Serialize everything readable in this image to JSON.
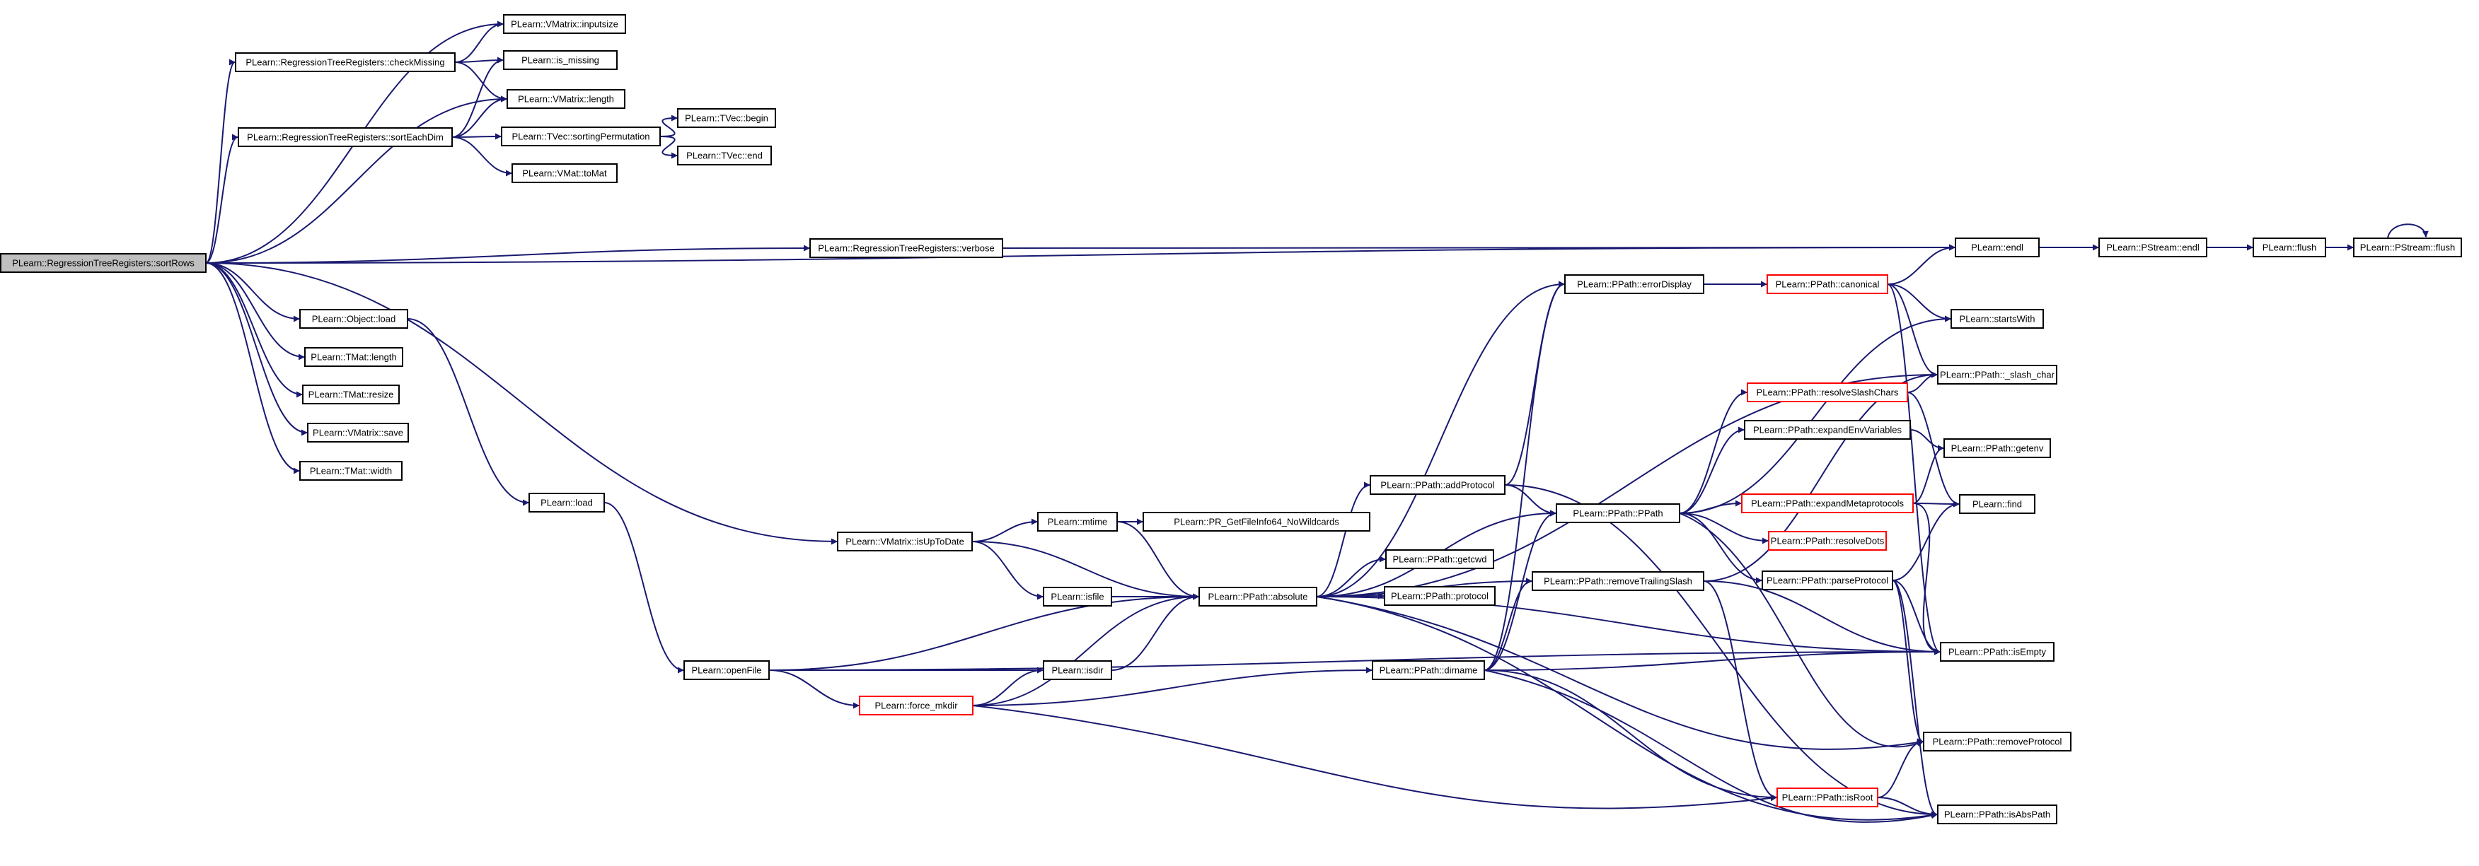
{
  "diagram": {
    "colors": {
      "edge": "#191970",
      "node_border": "#000000",
      "node_incomplete_border": "#ff0000",
      "root_fill": "#bfbfbf"
    },
    "nodes": [
      {
        "id": "sortRows",
        "label": "PLearn::RegressionTreeRegisters::sortRows",
        "root": true
      },
      {
        "id": "inputsize",
        "label": "PLearn::VMatrix::inputsize"
      },
      {
        "id": "checkMissing",
        "label": "PLearn::RegressionTreeRegisters::checkMissing"
      },
      {
        "id": "is_missing",
        "label": "PLearn::is_missing"
      },
      {
        "id": "vm_length",
        "label": "PLearn::VMatrix::length"
      },
      {
        "id": "sortEachDim",
        "label": "PLearn::RegressionTreeRegisters::sortEachDim"
      },
      {
        "id": "sortingPermutation",
        "label": "PLearn::TVec::sortingPermutation"
      },
      {
        "id": "tvec_begin",
        "label": "PLearn::TVec::begin"
      },
      {
        "id": "tvec_end",
        "label": "PLearn::TVec::end"
      },
      {
        "id": "toMat",
        "label": "PLearn::VMat::toMat"
      },
      {
        "id": "verbose",
        "label": "PLearn::RegressionTreeRegisters::verbose"
      },
      {
        "id": "endl",
        "label": "PLearn::endl"
      },
      {
        "id": "ps_endl",
        "label": "PLearn::PStream::endl"
      },
      {
        "id": "flush",
        "label": "PLearn::flush"
      },
      {
        "id": "ps_flush",
        "label": "PLearn::PStream::flush"
      },
      {
        "id": "obj_load",
        "label": "PLearn::Object::load"
      },
      {
        "id": "tmat_length",
        "label": "PLearn::TMat::length"
      },
      {
        "id": "tmat_resize",
        "label": "PLearn::TMat::resize"
      },
      {
        "id": "vm_save",
        "label": "PLearn::VMatrix::save"
      },
      {
        "id": "tmat_width",
        "label": "PLearn::TMat::width"
      },
      {
        "id": "load",
        "label": "PLearn::load"
      },
      {
        "id": "isUpToDate",
        "label": "PLearn::VMatrix::isUpToDate"
      },
      {
        "id": "mtime",
        "label": "PLearn::mtime"
      },
      {
        "id": "pr_get",
        "label": "PLearn::PR_GetFileInfo64_NoWildcards"
      },
      {
        "id": "isfile",
        "label": "PLearn::isfile"
      },
      {
        "id": "absolute",
        "label": "PLearn::PPath::absolute"
      },
      {
        "id": "openFile",
        "label": "PLearn::openFile"
      },
      {
        "id": "isdir",
        "label": "PLearn::isdir"
      },
      {
        "id": "force_mkdir",
        "label": "PLearn::force_mkdir",
        "incomplete": true
      },
      {
        "id": "addProtocol",
        "label": "PLearn::PPath::addProtocol"
      },
      {
        "id": "getcwd",
        "label": "PLearn::PPath::getcwd"
      },
      {
        "id": "protocol",
        "label": "PLearn::PPath::protocol"
      },
      {
        "id": "dirname",
        "label": "PLearn::PPath::dirname"
      },
      {
        "id": "errorDisplay",
        "label": "PLearn::PPath::errorDisplay"
      },
      {
        "id": "ppath",
        "label": "PLearn::PPath::PPath"
      },
      {
        "id": "removeTrailingSlash",
        "label": "PLearn::PPath::removeTrailingSlash"
      },
      {
        "id": "canonical",
        "label": "PLearn::PPath::canonical",
        "incomplete": true
      },
      {
        "id": "resolveSlashChars",
        "label": "PLearn::PPath::resolveSlashChars",
        "incomplete": true
      },
      {
        "id": "expandEnvVariables",
        "label": "PLearn::PPath::expandEnvVariables"
      },
      {
        "id": "expandMetaprotocols",
        "label": "PLearn::PPath::expandMetaprotocols",
        "incomplete": true
      },
      {
        "id": "resolveDots",
        "label": "PLearn::PPath::resolveDots",
        "incomplete": true
      },
      {
        "id": "parseProtocol",
        "label": "PLearn::PPath::parseProtocol"
      },
      {
        "id": "isRoot",
        "label": "PLearn::PPath::isRoot",
        "incomplete": true
      },
      {
        "id": "startsWith",
        "label": "PLearn::startsWith"
      },
      {
        "id": "slash_char",
        "label": "PLearn::PPath::_slash_char"
      },
      {
        "id": "getenv",
        "label": "PLearn::PPath::getenv"
      },
      {
        "id": "find",
        "label": "PLearn::find"
      },
      {
        "id": "isEmpty",
        "label": "PLearn::PPath::isEmpty"
      },
      {
        "id": "removeProtocol",
        "label": "PLearn::PPath::removeProtocol"
      },
      {
        "id": "isAbsPath",
        "label": "PLearn::PPath::isAbsPath"
      }
    ],
    "edges": [
      [
        "sortRows",
        "inputsize"
      ],
      [
        "sortRows",
        "checkMissing"
      ],
      [
        "sortRows",
        "vm_length"
      ],
      [
        "sortRows",
        "sortEachDim"
      ],
      [
        "sortRows",
        "endl"
      ],
      [
        "sortRows",
        "verbose"
      ],
      [
        "sortRows",
        "obj_load"
      ],
      [
        "sortRows",
        "tmat_length"
      ],
      [
        "sortRows",
        "tmat_resize"
      ],
      [
        "sortRows",
        "vm_save"
      ],
      [
        "sortRows",
        "tmat_width"
      ],
      [
        "sortRows",
        "isUpToDate"
      ],
      [
        "checkMissing",
        "inputsize"
      ],
      [
        "checkMissing",
        "is_missing"
      ],
      [
        "checkMissing",
        "vm_length"
      ],
      [
        "sortEachDim",
        "is_missing"
      ],
      [
        "sortEachDim",
        "vm_length"
      ],
      [
        "sortEachDim",
        "sortingPermutation"
      ],
      [
        "sortEachDim",
        "toMat"
      ],
      [
        "sortingPermutation",
        "tvec_begin"
      ],
      [
        "sortingPermutation",
        "tvec_end"
      ],
      [
        "verbose",
        "endl"
      ],
      [
        "endl",
        "ps_endl"
      ],
      [
        "ps_endl",
        "flush"
      ],
      [
        "flush",
        "ps_flush"
      ],
      [
        "ps_flush",
        "ps_flush"
      ],
      [
        "obj_load",
        "load"
      ],
      [
        "load",
        "openFile"
      ],
      [
        "isUpToDate",
        "mtime"
      ],
      [
        "isUpToDate",
        "isfile"
      ],
      [
        "isUpToDate",
        "absolute"
      ],
      [
        "mtime",
        "pr_get"
      ],
      [
        "mtime",
        "absolute"
      ],
      [
        "isfile",
        "absolute"
      ],
      [
        "openFile",
        "absolute"
      ],
      [
        "openFile",
        "isdir"
      ],
      [
        "openFile",
        "force_mkdir"
      ],
      [
        "openFile",
        "isEmpty"
      ],
      [
        "isdir",
        "absolute"
      ],
      [
        "force_mkdir",
        "isdir"
      ],
      [
        "force_mkdir",
        "absolute"
      ],
      [
        "force_mkdir",
        "dirname"
      ],
      [
        "force_mkdir",
        "isRoot"
      ],
      [
        "absolute",
        "addProtocol"
      ],
      [
        "absolute",
        "getcwd"
      ],
      [
        "absolute",
        "protocol"
      ],
      [
        "absolute",
        "ppath"
      ],
      [
        "absolute",
        "errorDisplay"
      ],
      [
        "absolute",
        "isEmpty"
      ],
      [
        "absolute",
        "removeTrailingSlash"
      ],
      [
        "absolute",
        "isAbsPath"
      ],
      [
        "absolute",
        "removeProtocol"
      ],
      [
        "absolute",
        "slash_char"
      ],
      [
        "addProtocol",
        "errorDisplay"
      ],
      [
        "addProtocol",
        "ppath"
      ],
      [
        "addProtocol",
        "isAbsPath"
      ],
      [
        "dirname",
        "ppath"
      ],
      [
        "dirname",
        "errorDisplay"
      ],
      [
        "dirname",
        "removeTrailingSlash"
      ],
      [
        "dirname",
        "isEmpty"
      ],
      [
        "dirname",
        "isRoot"
      ],
      [
        "dirname",
        "isAbsPath"
      ],
      [
        "errorDisplay",
        "canonical"
      ],
      [
        "ppath",
        "resolveSlashChars"
      ],
      [
        "ppath",
        "expandEnvVariables"
      ],
      [
        "ppath",
        "expandMetaprotocols"
      ],
      [
        "ppath",
        "resolveDots"
      ],
      [
        "ppath",
        "parseProtocol"
      ],
      [
        "ppath",
        "startsWith"
      ],
      [
        "ppath",
        "removeProtocol"
      ],
      [
        "removeTrailingSlash",
        "isEmpty"
      ],
      [
        "removeTrailingSlash",
        "isRoot"
      ],
      [
        "removeTrailingSlash",
        "slash_char"
      ],
      [
        "canonical",
        "endl"
      ],
      [
        "canonical",
        "startsWith"
      ],
      [
        "canonical",
        "slash_char"
      ],
      [
        "canonical",
        "isEmpty"
      ],
      [
        "resolveSlashChars",
        "slash_char"
      ],
      [
        "resolveSlashChars",
        "find"
      ],
      [
        "expandEnvVariables",
        "getenv"
      ],
      [
        "expandMetaprotocols",
        "getenv"
      ],
      [
        "expandMetaprotocols",
        "find"
      ],
      [
        "expandMetaprotocols",
        "isEmpty"
      ],
      [
        "parseProtocol",
        "find"
      ],
      [
        "parseProtocol",
        "isEmpty"
      ],
      [
        "parseProtocol",
        "removeProtocol"
      ],
      [
        "parseProtocol",
        "isAbsPath"
      ],
      [
        "isRoot",
        "removeProtocol"
      ],
      [
        "isRoot",
        "isAbsPath"
      ]
    ]
  }
}
